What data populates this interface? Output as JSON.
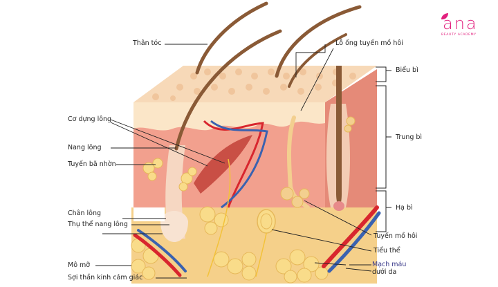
{
  "brand": {
    "name": "ana",
    "tagline": "BEAUTY ACADEMY",
    "color": "#e2207e"
  },
  "labels": {
    "than_toc": "Thân tóc",
    "lo_ong": "Lỗ ống tuyến mồ hôi",
    "bieu_bi": "Biểu bì",
    "co_dung_long": "Cơ dựng lông",
    "nang_long": "Nang lông",
    "tuyen_ba_nhon": "Tuyến bã nhờn",
    "trung_bi": "Trung bì",
    "chan_long": "Chân lông",
    "thu_the_nang_long": "Thụ thể nang lông",
    "ha_bi": "Hạ bì",
    "tuyen_mo_hoi": "Tuyến mồ hôi",
    "tieu_the": "Tiểu thể",
    "mo_mo": "Mô mỡ",
    "mach_mau_1": "Mạch máu",
    "mach_mau_2": "dưới da",
    "soi_than_kinh": "Sợi thần kinh cảm giác"
  },
  "colors": {
    "epidermis": "#f7d9b8",
    "dermis": "#f2a08e",
    "dermis_dark": "#e58a78",
    "hypodermis": "#f6dca0",
    "fat": "#f9dc8a",
    "artery": "#d8262e",
    "vein": "#3a62b0",
    "hair": "#8a5a36",
    "nerve": "#f3c23a"
  }
}
